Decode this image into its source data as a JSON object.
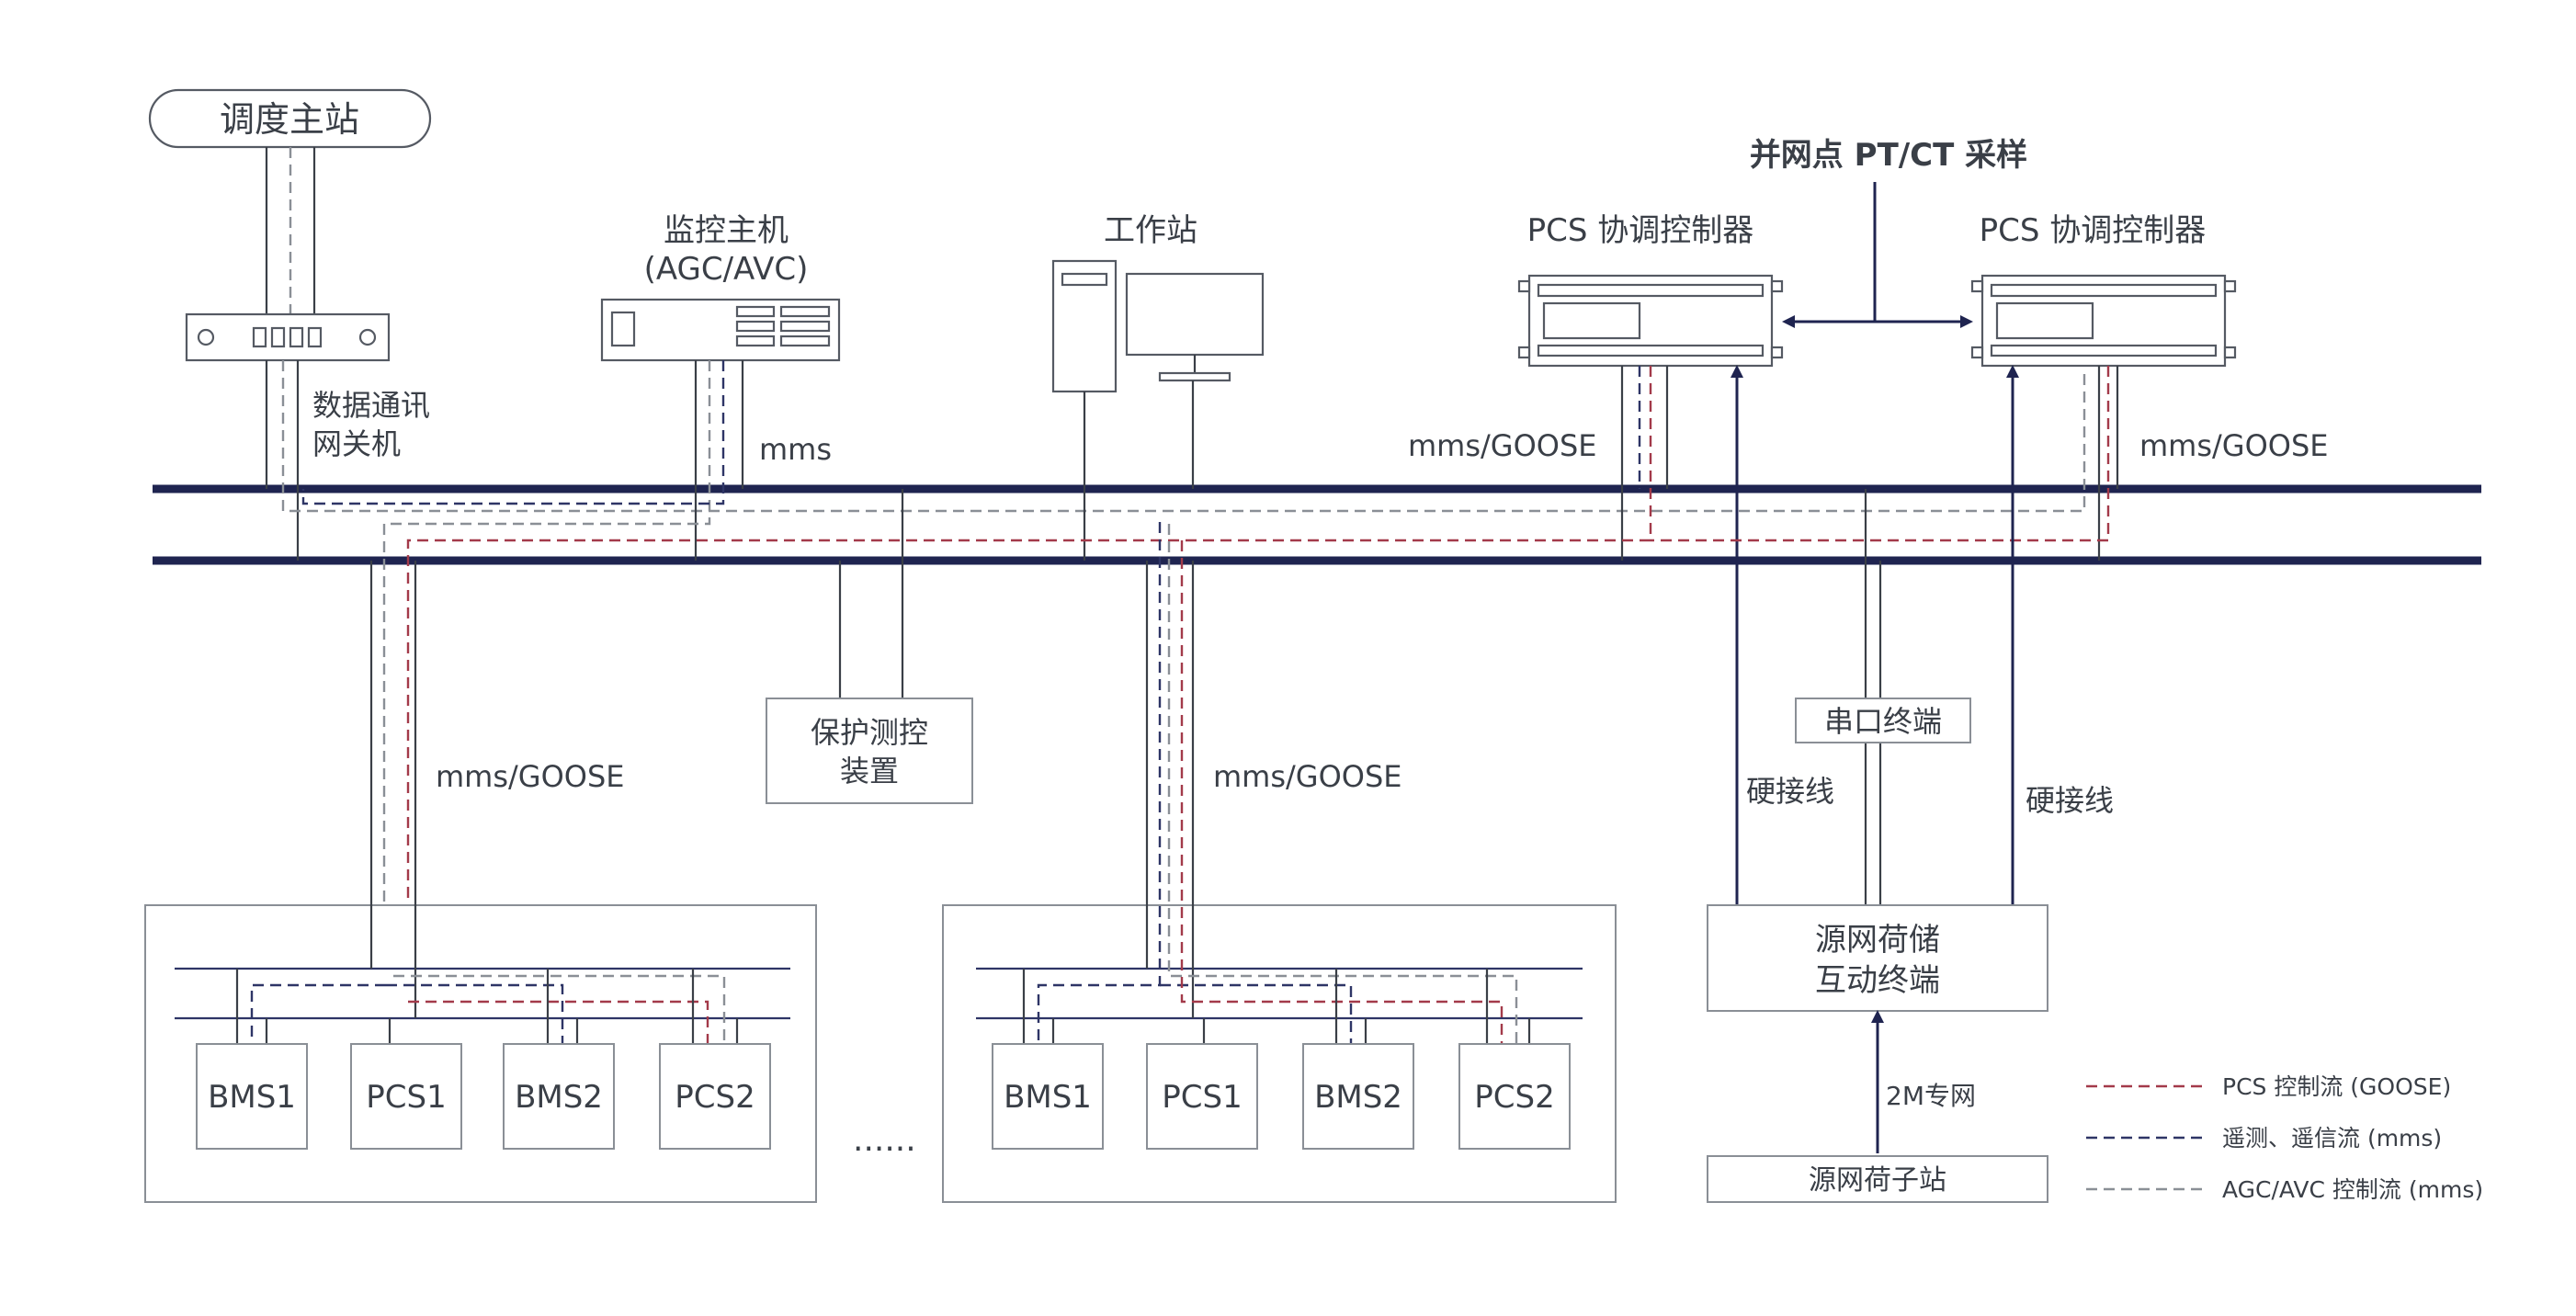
{
  "title_block": {
    "dispatch": "调度主站",
    "gateway_line1": "数据通讯",
    "gateway_line2": "网关机",
    "monitor_line1": "监控主机",
    "monitor_line2": "(AGC/AVC)",
    "workstation": "工作站",
    "pcs_ctrl_a": "PCS 协调控制器",
    "pcs_ctrl_b": "PCS 协调控制器",
    "pt_ct": "并网点 PT/CT 采样"
  },
  "link_labels": {
    "mms": "mms",
    "mms_goose_a": "mms/GOOSE",
    "mms_goose_b": "mms/GOOSE",
    "mms_goose_c": "mms/GOOSE",
    "mms_goose_d": "mms/GOOSE",
    "hardwire_a": "硬接线",
    "hardwire_b": "硬接线",
    "net_2m": "2M专网"
  },
  "devices": {
    "protection_line1": "保护测控",
    "protection_line2": "装置",
    "serial_terminal": "串口终端",
    "interactive_line1": "源网荷储",
    "interactive_line2": "互动终端",
    "substation": "源网荷子站"
  },
  "group_left": {
    "units": [
      "BMS1",
      "PCS1",
      "BMS2",
      "PCS2"
    ]
  },
  "group_right": {
    "units": [
      "BMS1",
      "PCS1",
      "BMS2",
      "PCS2"
    ]
  },
  "ellipsis": "......",
  "legend": {
    "items": [
      {
        "label": "PCS 控制流 (GOOSE)",
        "color": "#a33a4a"
      },
      {
        "label": "遥测、遥信流 (mms)",
        "color": "#2e3566"
      },
      {
        "label": "AGC/AVC 控制流 (mms)",
        "color": "#8a8f96"
      }
    ]
  },
  "colors": {
    "bus": "#1f2450",
    "control": "#a33a4a",
    "telemetry": "#2e3566",
    "agc": "#8a8f96"
  }
}
